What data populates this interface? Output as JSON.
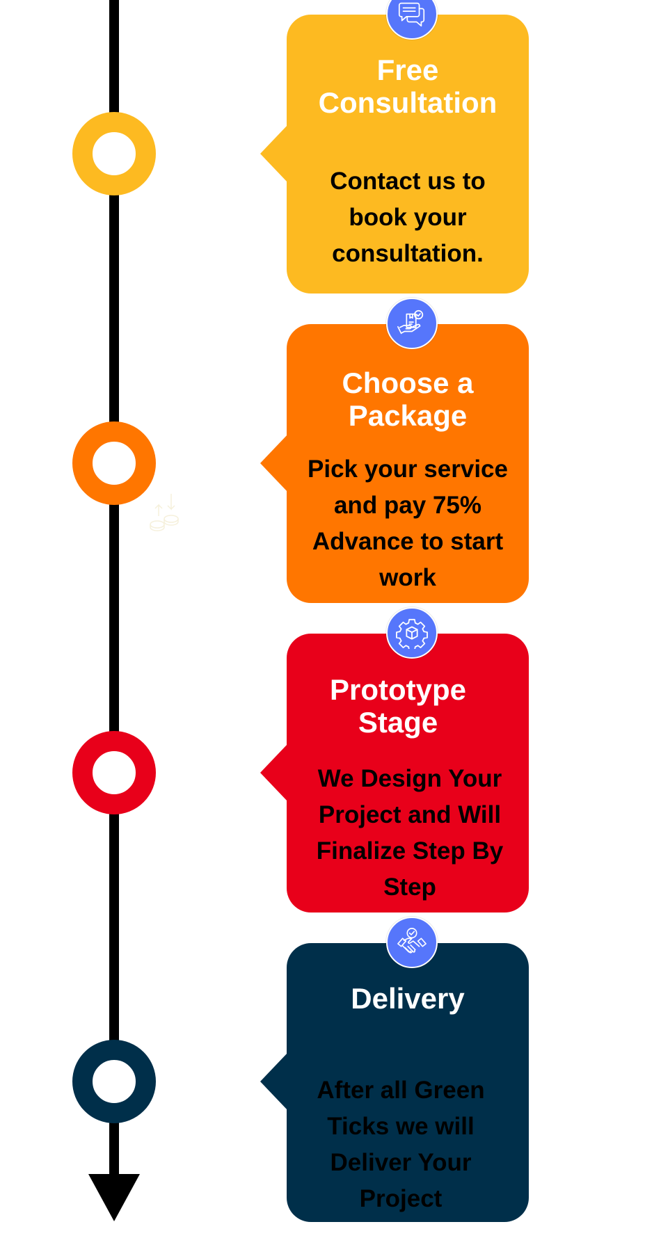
{
  "timeline": {
    "direction": "down",
    "line_color": "#000000"
  },
  "steps": [
    {
      "title": [
        "Free",
        "Consultation"
      ],
      "body": [
        "Contact us to",
        "book your",
        "consultation."
      ],
      "color": "#FDBA21",
      "icon": "chat-bubbles-icon"
    },
    {
      "title": [
        "Choose a",
        "Package"
      ],
      "body": [
        "Pick your service",
        "and pay 75%",
        "Advance to start",
        "work"
      ],
      "color": "#FF7600",
      "icon": "package-in-hand-icon"
    },
    {
      "title": [
        "Prototype",
        "Stage"
      ],
      "body": [
        "We Design Your",
        "Project and Will",
        "Finalize Step By",
        "Step"
      ],
      "color": "#E8001A",
      "icon": "gear-box-icon"
    },
    {
      "title": [
        "Delivery"
      ],
      "body": [
        "After all Green",
        "Ticks we will",
        "Deliver Your",
        "Project"
      ],
      "color": "#002F4A",
      "icon": "handshake-check-icon"
    }
  ],
  "icon_badge_color": "#5676FB",
  "watermark_icon": "coins-exchange-icon"
}
